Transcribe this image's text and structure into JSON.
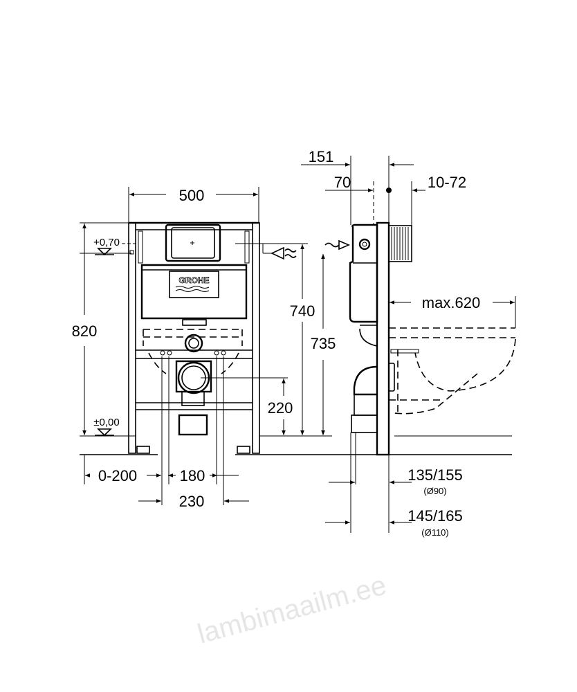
{
  "brand_logo": "GROHE",
  "watermark": "lambimaailm.ee",
  "front_view": {
    "width": "500",
    "height": "820",
    "level_top": "+0,70",
    "level_zero": "±0,00",
    "inlet_height": "740",
    "outlet_height": "220",
    "offset": "0-200",
    "spacing_inner": "180",
    "spacing_outer": "230"
  },
  "side_view": {
    "depth_total": "151",
    "depth_cistern": "70",
    "wall_range": "10-72",
    "bowl_max": "max.620",
    "inlet_height": "735",
    "outlet_90": "135/155",
    "outlet_90_diam": "(Ø90)",
    "outlet_110": "145/165",
    "outlet_110_diam": "(Ø110)"
  }
}
